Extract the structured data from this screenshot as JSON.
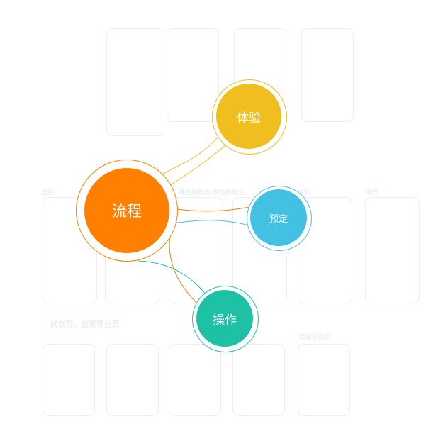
{
  "nodes": {
    "main": {
      "label": "流程",
      "color": "#FF8000"
    },
    "experience": {
      "label": "体验",
      "color": "#F0BE1E"
    },
    "booking": {
      "label": "预定",
      "color": "#43C1E3"
    },
    "operation": {
      "label": "操作",
      "color": "#1EC1A3"
    }
  },
  "background_labels": [
    "首页",
    "身形推荐页",
    "颜色推荐页",
    "最新",
    "最热",
    "试衣页、结果导出页",
    "结果导出页"
  ]
}
